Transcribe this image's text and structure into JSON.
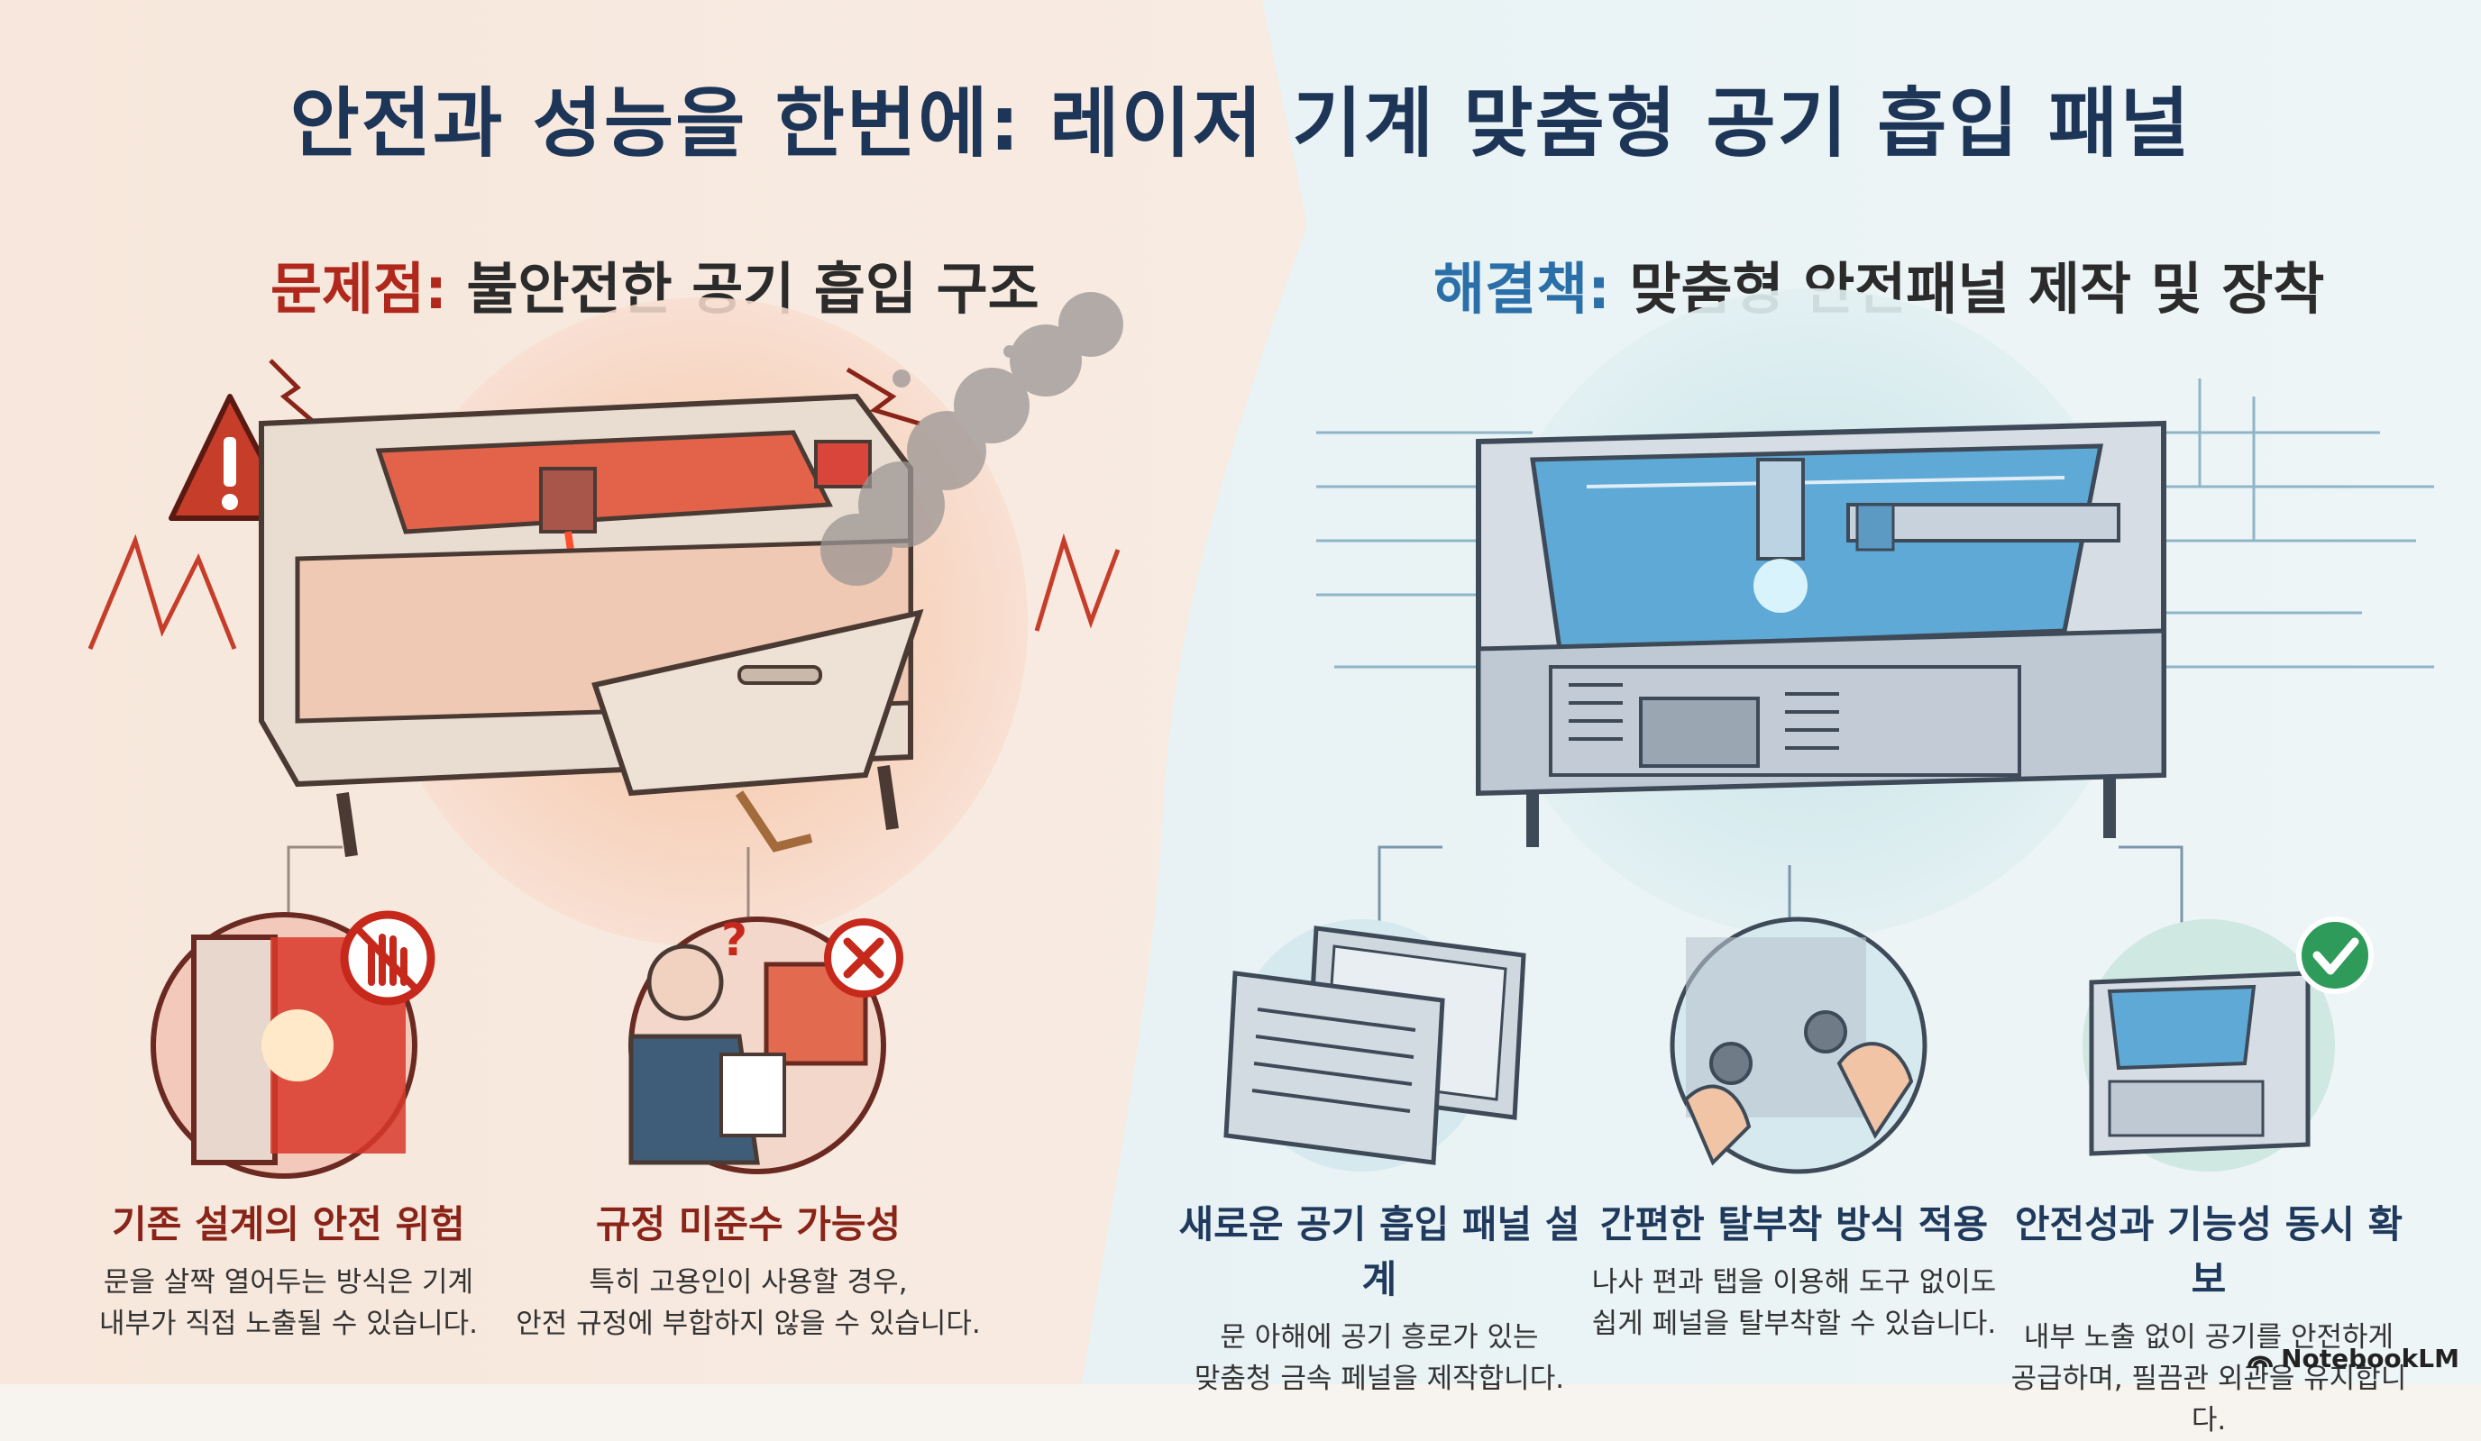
{
  "title": "안전과 성능을 한번에: 레이저 기계 맞춤형 공기 흡입 패널",
  "problem": {
    "label": "문제점:",
    "heading": "불안전한 공기 흡입 구조",
    "items": [
      {
        "title": "기존 설계의 안전 위험",
        "desc1": "문을 살짝 열어두는 방식은 기계",
        "desc2": "내부가 직접 노출될 수 있습니다."
      },
      {
        "title": "규정 미준수 가능성",
        "desc1": "특히 고용인이 사용할 경우,",
        "desc2": "안전 규정에 부합하지 않을 수 있습니다."
      }
    ]
  },
  "solution": {
    "label": "해결책:",
    "heading": "맞춤형 안전패널 제작 및 장착",
    "items": [
      {
        "title": "새로운 공기 흡입 패널 설계",
        "desc1": "문 아해에 공기 흥로가 있는",
        "desc2": "맞춤청 금속 페널을 제작합니다."
      },
      {
        "title": "간편한 탈부착 방식 적용",
        "desc1": "나사 편과 탭을 이용해 도구 없이도",
        "desc2": "쉽게 페널을 탈부착할 수 있습니다."
      },
      {
        "title": "안전성과 기능성 동시 확보",
        "desc1": "내부 노출 없이 공기를 안전하게",
        "desc2": "공급하며, 필끔관 외관을 유지합니다."
      }
    ]
  },
  "brand": "NotebookLM",
  "colors": {
    "problem": "#b0281c",
    "solution": "#2a6fa8",
    "title": "#1d3557"
  },
  "icons": [
    "warning-icon",
    "stop-hand-icon",
    "x-mark-icon",
    "question-icon",
    "check-icon",
    "notebooklm-logo-icon"
  ]
}
